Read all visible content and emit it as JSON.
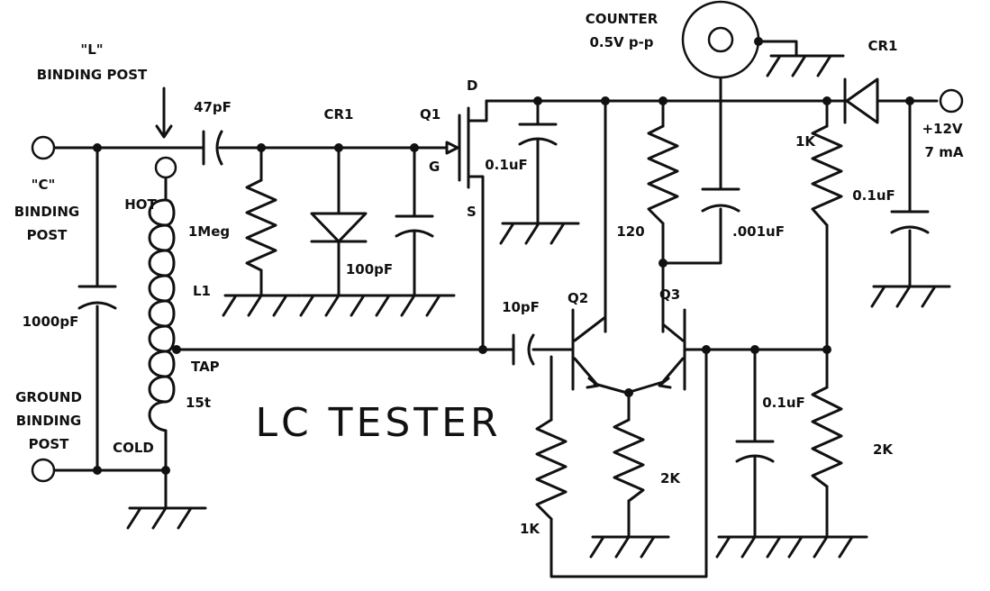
{
  "title": "LC TESTER",
  "posts": {
    "l_line1": "\"L\"",
    "l_line2": "BINDING POST",
    "c_line1": "\"C\"",
    "c_line2": "BINDING",
    "c_line3": "POST",
    "g_line1": "GROUND",
    "g_line2": "BINDING",
    "g_line3": "POST"
  },
  "counter": {
    "line1": "COUNTER",
    "line2": "0.5V p-p"
  },
  "supply": {
    "line1": "+12V",
    "line2": "7 mA"
  },
  "coil": {
    "hot": "HOT",
    "name": "L1",
    "tap": "TAP",
    "turns": "15t",
    "cold": "COLD"
  },
  "transistors": {
    "q1": "Q1",
    "q2": "Q2",
    "q3": "Q3",
    "d": "D",
    "g": "G",
    "s": "S"
  },
  "components": {
    "c_47p": "47pF",
    "cr1_top": "CR1",
    "cr1_supply": "CR1",
    "r_1meg": "1Meg",
    "c_100p": "100pF",
    "c_1000p": "1000pF",
    "c_01u_drain": "0.1uF",
    "r_120": "120",
    "c_001u": ".001uF",
    "r_1k_top": "1K",
    "c_01u_supply": "0.1uF",
    "c_10p": "10pF",
    "r_1k_bottom": "1K",
    "r_2k_emit": "2K",
    "c_01u_bottom": "0.1uF",
    "r_2k_right": "2K"
  }
}
